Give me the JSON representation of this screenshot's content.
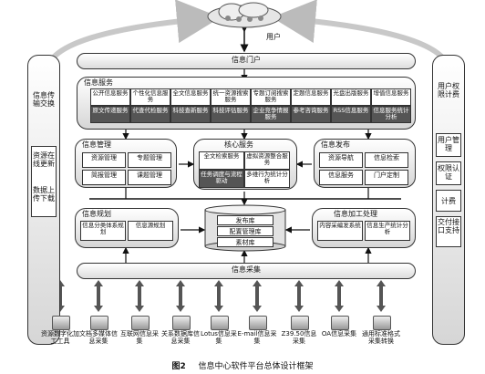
{
  "cloud": {
    "label": "用户"
  },
  "portal": {
    "title": "信息门户"
  },
  "left_side": {
    "top": "信息传输交换",
    "bottom1": "资源在线更新",
    "bottom2": "数据上传下载"
  },
  "right_side": {
    "top": "用户权限计费",
    "item1": "用户管理",
    "item2": "权限认证",
    "item3": "计费",
    "item4": "交付接口支持"
  },
  "info_service": {
    "title": "信息服务",
    "top_row": [
      "公开信息服务",
      "个性化信息服务",
      "全文信息服务",
      "统一资源搜索服务",
      "专题订阅搜索服务",
      "定题信息服务",
      "光盘出版服务",
      "增值信息服务"
    ],
    "bottom_row": [
      "原文传递服务",
      "代查代检服务",
      "科技查新服务",
      "科技评估服务",
      "企业竞争情报服务",
      "参考咨询服务",
      "RSS信息服务",
      "信息服务统计分析"
    ]
  },
  "info_mgmt": {
    "title": "信息管理",
    "items": [
      "资源管理",
      "专题管理",
      "简报管理",
      "课题管理"
    ]
  },
  "core": {
    "title": "核心服务",
    "items": [
      "全文检索服务",
      "虚拟资源整合服务",
      "任务调度与流程驱动",
      "多维行为统计分析"
    ]
  },
  "info_pub": {
    "title": "信息发布",
    "items": [
      "资源导航",
      "信息检索",
      "信息服务",
      "门户定制"
    ]
  },
  "info_plan": {
    "title": "信息规划",
    "items": [
      "信息分类体系规划",
      "信息源规划"
    ]
  },
  "repo": {
    "items": [
      "发布库",
      "配置管理库",
      "素材库"
    ]
  },
  "info_proc": {
    "title": "信息加工处理",
    "items": [
      "内容采编发系统",
      "信息生产统计分析"
    ]
  },
  "collect": {
    "title": "信息采集"
  },
  "sources": [
    "资源数字化加工工具",
    "文档多媒体信息采集",
    "互联网信息采集",
    "关系数据库信息采集",
    "Lotus信息采集",
    "E-mail信息采集",
    "Z39.50信息采集",
    "OA信息采集",
    "通用标准格式采集转换"
  ],
  "caption": {
    "num": "图2",
    "text": "信息中心软件平台总体设计框架"
  }
}
